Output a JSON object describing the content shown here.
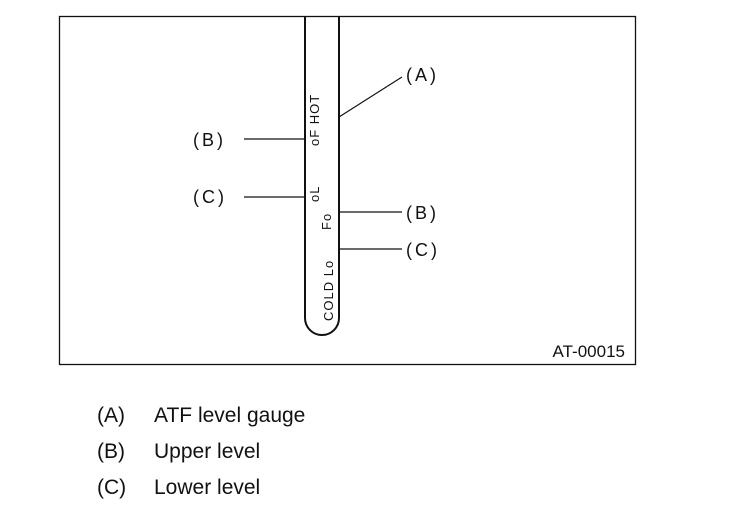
{
  "figure": {
    "id": "AT-00015",
    "gauge": {
      "hot_scale": "oF HOT",
      "hot_low": "oL",
      "cold_full": "Fo",
      "cold_scale": "COLD Lo"
    },
    "callouts": {
      "a": "(A)",
      "b_left": "(B)",
      "c_left": "(C)",
      "b_right": "(B)",
      "c_right": "(C)"
    }
  },
  "legend": [
    {
      "key": "(A)",
      "label": "ATF level gauge"
    },
    {
      "key": "(B)",
      "label": "Upper level"
    },
    {
      "key": "(C)",
      "label": "Lower level"
    }
  ]
}
